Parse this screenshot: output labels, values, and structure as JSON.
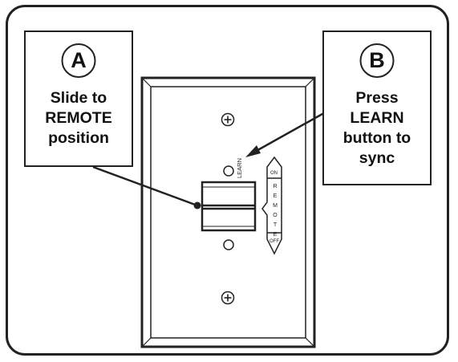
{
  "callout_a": {
    "letter": "A",
    "text": "Slide to\nREMOTE\nposition"
  },
  "callout_b": {
    "letter": "B",
    "text": "Press\nLEARN\nbutton to\nsync"
  },
  "switch": {
    "learn_label": "LEARN",
    "on_label": "ON",
    "off_label": "OFF",
    "remote_letters": [
      "R",
      "E",
      "M",
      "O",
      "T",
      "E"
    ]
  },
  "colors": {
    "line": "#222222",
    "background": "#ffffff"
  }
}
